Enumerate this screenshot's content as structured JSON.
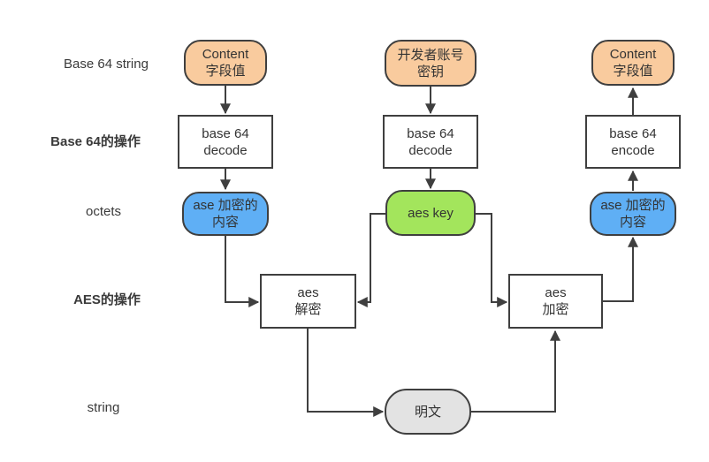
{
  "diagram": {
    "row_labels": [
      "Base 64 string",
      "Base 64的操作",
      "octets",
      "AES的操作",
      "string"
    ],
    "nodes": {
      "content_value_left": {
        "line1": "Content",
        "line2": "字段值"
      },
      "developer_account_key": {
        "line1": "开发者账号",
        "line2": "密钥"
      },
      "content_value_right": {
        "line1": "Content",
        "line2": "字段值"
      },
      "base64_decode_left": {
        "line1": "base 64",
        "line2": "decode"
      },
      "base64_decode_middle": {
        "line1": "base 64",
        "line2": "decode"
      },
      "base64_encode_right": {
        "line1": "base 64",
        "line2": "encode"
      },
      "encrypted_content_left": {
        "line1": "ase 加密的",
        "line2": "内容"
      },
      "aes_key": {
        "line1": "aes key"
      },
      "encrypted_content_right": {
        "line1": "ase 加密的",
        "line2": "内容"
      },
      "aes_decrypt": {
        "line1": "aes",
        "line2": "解密"
      },
      "aes_encrypt": {
        "line1": "aes",
        "line2": "加密"
      },
      "plaintext": {
        "line1": "明文"
      }
    },
    "colors": {
      "orange": "#F9CB9E",
      "blue": "#5FAFF5",
      "green": "#A3E55C",
      "gray": "#E3E3E3",
      "white": "#FFFFFF",
      "stroke": "#3F3F3F"
    }
  }
}
